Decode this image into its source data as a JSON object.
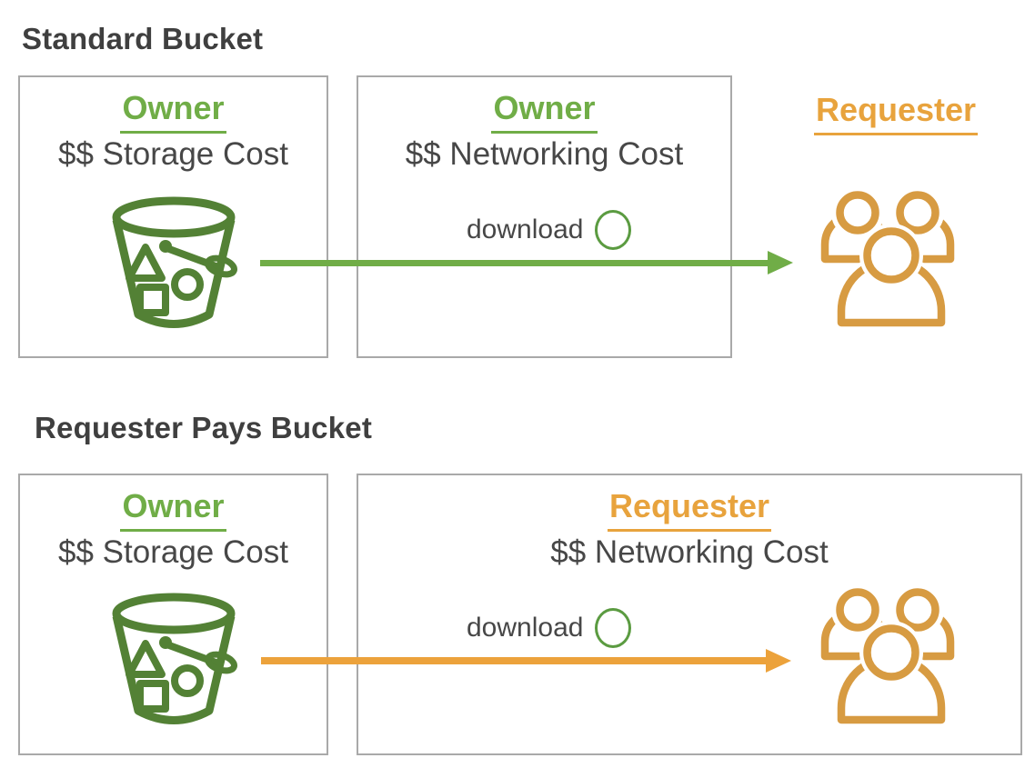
{
  "colors": {
    "owner_green": "#70AD47",
    "bucket_icon_green": "#538135",
    "download_circle_green": "#5B9B41",
    "requester_orange": "#E8A33D",
    "users_icon_orange": "#D79B42",
    "arrow_green": "#70AD47",
    "arrow_orange": "#ECA23B",
    "cost_text_dark": "#474747",
    "title_dark": "#3F3F3F",
    "box_border_gray": "#A9A9A9"
  },
  "icons": {
    "bucket": "s3-bucket-icon",
    "users": "users-group-icon",
    "download_circle": "download-circle-icon"
  },
  "sections": {
    "standard": {
      "title": "Standard Bucket",
      "storage_box": {
        "role": "Owner",
        "cost": "$$ Storage Cost"
      },
      "network_box": {
        "role": "Owner",
        "cost": "$$ Networking Cost",
        "download_label": "download"
      },
      "requester": {
        "label": "Requester"
      }
    },
    "requester_pays": {
      "title": "Requester Pays Bucket",
      "storage_box": {
        "role": "Owner",
        "cost": "$$ Storage Cost"
      },
      "network_box": {
        "role": "Requester",
        "cost": "$$ Networking Cost",
        "download_label": "download"
      }
    }
  }
}
